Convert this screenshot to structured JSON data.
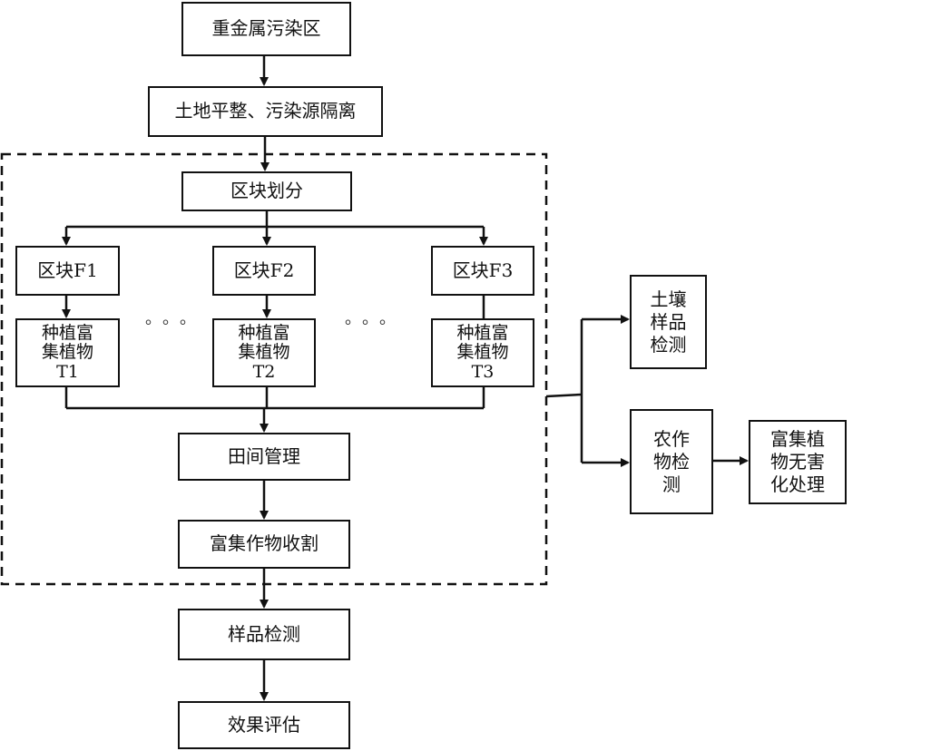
{
  "nodes": {
    "pollution_zone": "重金属污染区",
    "land_leveling": "土地平整、污染源隔离",
    "block_division": "区块划分",
    "block_f1": "区块F1",
    "block_f2": "区块F2",
    "block_f3": "区块F3",
    "plant_t1": "种植富\n集植物\nT1",
    "plant_t2": "种植富\n集植物\nT2",
    "plant_t3": "种植富\n集植物\nT3",
    "field_management": "田间管理",
    "harvest": "富集作物收割",
    "sample_test": "样品检测",
    "evaluation": "效果评估",
    "soil_test": "土壤\n样品\n检测",
    "crop_test": "农作\n物检\n测",
    "harmless_treatment": "富集植\n物无害\n化处理"
  },
  "ellipsis": {
    "left": "。。。",
    "right": "。。。"
  },
  "colors": {
    "line": "#111111",
    "background": "#ffffff"
  }
}
